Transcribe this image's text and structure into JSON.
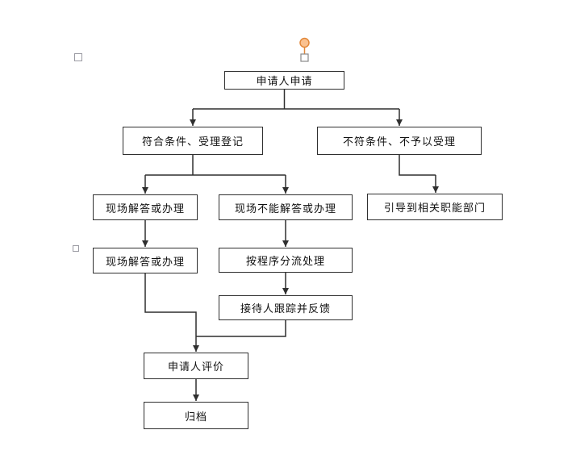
{
  "diagram": {
    "title_hint": "service-handling-flowchart",
    "nodes": [
      {
        "id": "applicant-apply",
        "label": "申请人申请"
      },
      {
        "id": "meets-conditions",
        "label": "符合条件、受理登记"
      },
      {
        "id": "not-meet-conditions",
        "label": "不符条件、不予以受理"
      },
      {
        "id": "onsite-answer-1",
        "label": "现场解答或办理"
      },
      {
        "id": "cannot-answer-onsite",
        "label": "现场不能解答或办理"
      },
      {
        "id": "guide-to-departments",
        "label": "引导到相关职能部门"
      },
      {
        "id": "onsite-answer-2",
        "label": "现场解答或办理"
      },
      {
        "id": "procedure-diversion",
        "label": "按程序分流处理"
      },
      {
        "id": "receptionist-follow-up",
        "label": "接待人跟踪并反馈"
      },
      {
        "id": "applicant-evaluation",
        "label": "申请人评价"
      },
      {
        "id": "archive",
        "label": "归档"
      }
    ],
    "colors": {
      "box_border": "#2f2f2f",
      "connector": "#2f2f2f",
      "text": "#111111",
      "background": "#ffffff",
      "rotation_handle_fill": "#FAC18F",
      "rotation_handle_stroke": "#E2883A",
      "selection_handle_border": "#8a8a8a",
      "anchor_border": "#9a9aa2"
    }
  }
}
